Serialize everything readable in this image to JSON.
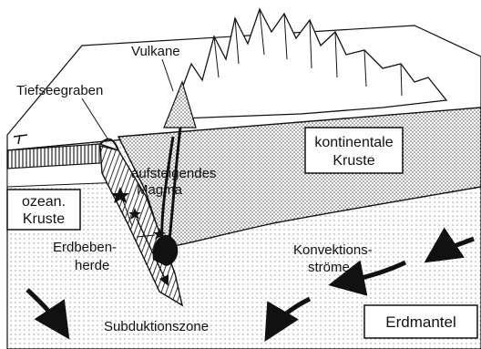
{
  "labels": {
    "volcanoes": "Vulkane",
    "trench": "Tiefseegraben",
    "continental_crust_line1": "kontinentale",
    "continental_crust_line2": "Kruste",
    "rising_magma_line1": "aufsteigendes",
    "rising_magma_line2": "Magma",
    "oceanic_crust_line1": "ozean.",
    "oceanic_crust_line2": "Kruste",
    "earthquake_foci_line1": "Erdbeben-",
    "earthquake_foci_line2": "herde",
    "convection_line1": "Konvektions-",
    "convection_line2": "ströme",
    "subduction_zone": "Subduktionszone",
    "mantle": "Erdmantel"
  },
  "colors": {
    "ink": "#111111",
    "paper": "#ffffff",
    "crust_dots": "#555555",
    "mantle_dots": "#888888"
  }
}
